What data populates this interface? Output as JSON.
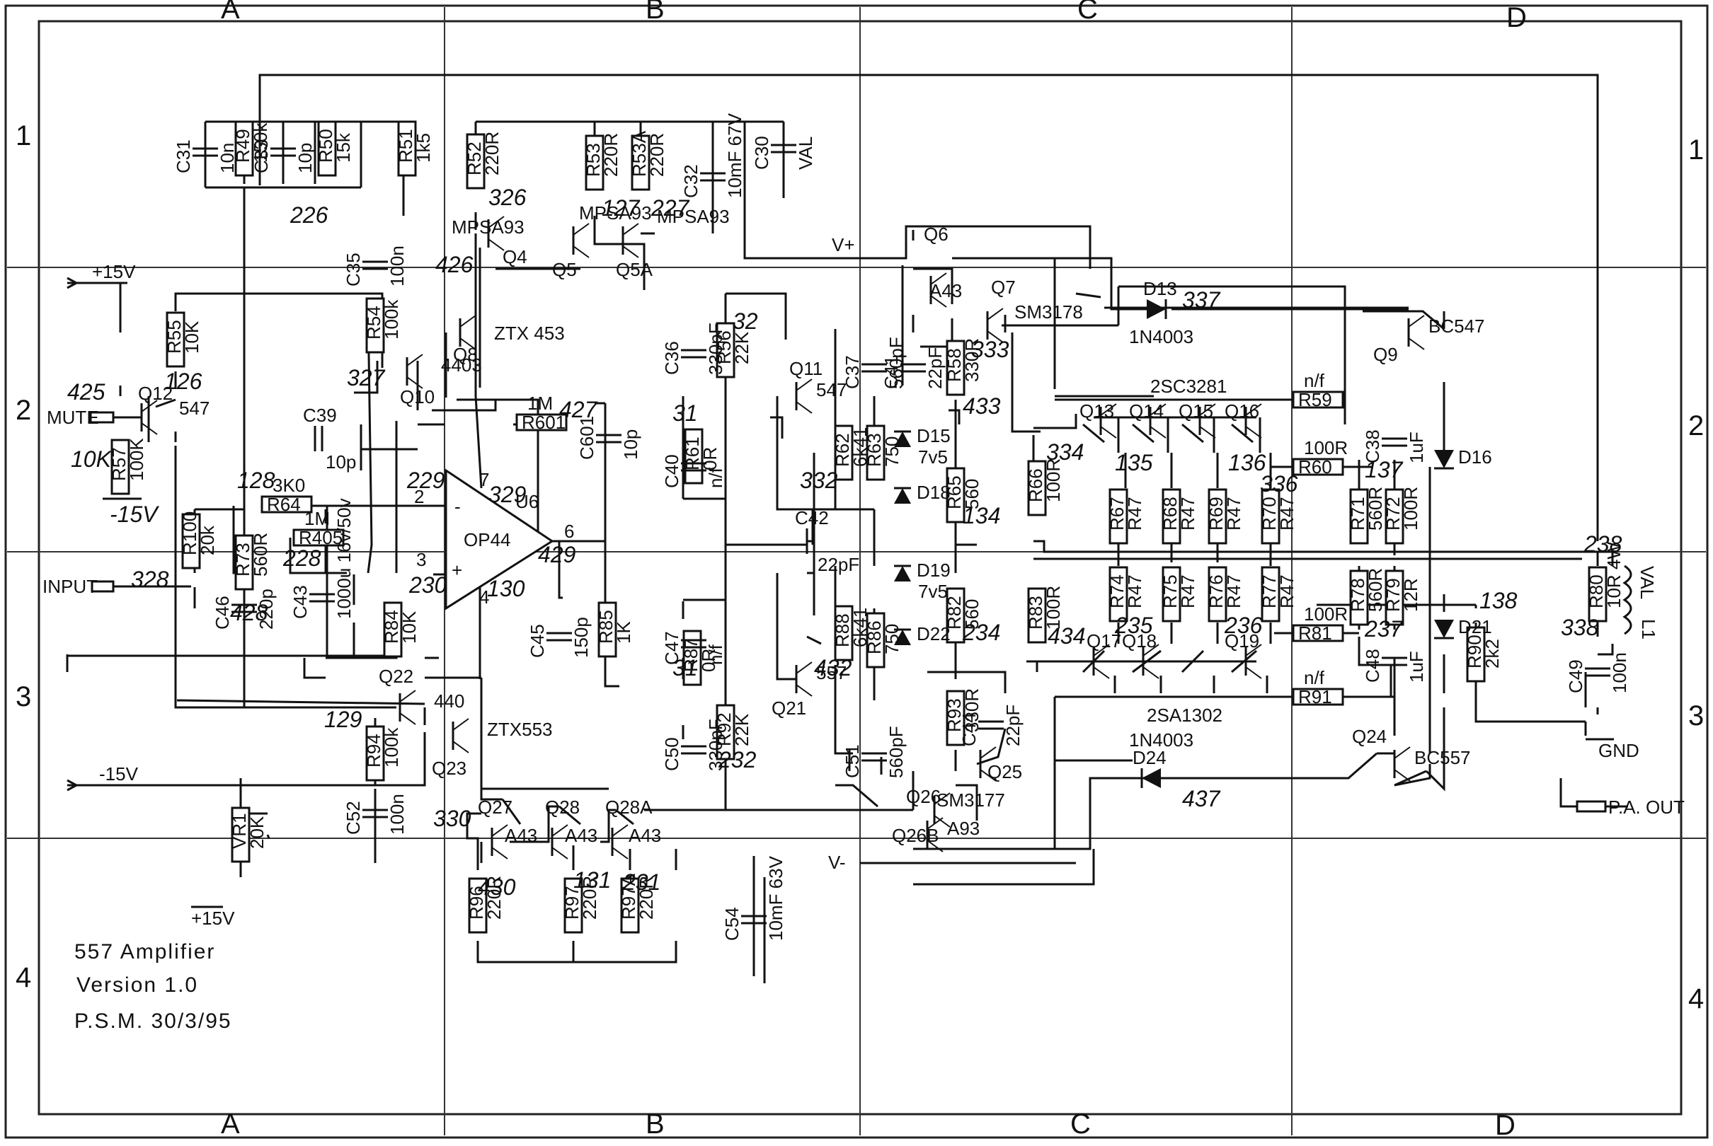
{
  "zones": {
    "columns": [
      "A",
      "B",
      "C",
      "D"
    ],
    "rows": [
      "1",
      "2",
      "3",
      "4"
    ]
  },
  "title_block": {
    "line1": "557 Amplifier",
    "line2": "Version 1.0",
    "line3": "P.S.M. 30/3/95"
  },
  "terminals": {
    "pos15": "+15V",
    "neg15": "-15V",
    "mute": "MUTE",
    "input": "INPUT",
    "vplus": "V+",
    "vminus": "V-",
    "pa_out": "P.A. OUT",
    "gnd": "GND",
    "pos15_bottom": "+15V",
    "neg15_hand": "-15V"
  },
  "opamp": {
    "name": "U6",
    "part": "OP44",
    "pin7": "7",
    "pin2": "2",
    "pin3": "3",
    "pin4": "4",
    "pin6": "6",
    "minus": "-",
    "plus": "+"
  },
  "resistors": [
    {
      "ref": "R49",
      "value": "150k"
    },
    {
      "ref": "R50",
      "value": "15k"
    },
    {
      "ref": "R51",
      "value": "1k5"
    },
    {
      "ref": "R52",
      "value": "220R"
    },
    {
      "ref": "R53",
      "value": "220R"
    },
    {
      "ref": "R53A",
      "value": "220R"
    },
    {
      "ref": "R54",
      "value": "100k"
    },
    {
      "ref": "R55",
      "value": "10K"
    },
    {
      "ref": "R57",
      "value": "100K"
    },
    {
      "ref": "R601",
      "value": "1M"
    },
    {
      "ref": "R64",
      "value": "3K0"
    },
    {
      "ref": "R100",
      "value": "20k"
    },
    {
      "ref": "R73",
      "value": "560R"
    },
    {
      "ref": "R405",
      "value": "1M"
    },
    {
      "ref": "R84",
      "value": "10K"
    },
    {
      "ref": "R85",
      "value": "1K"
    },
    {
      "ref": "R56",
      "value": "22K"
    },
    {
      "ref": "R61",
      "value": "0R"
    },
    {
      "ref": "R87",
      "value": "0R"
    },
    {
      "ref": "R92",
      "value": "22K"
    },
    {
      "ref": "R62",
      "value": "6k41"
    },
    {
      "ref": "R63",
      "value": "750"
    },
    {
      "ref": "R58",
      "value": "330R"
    },
    {
      "ref": "R65",
      "value": "560"
    },
    {
      "ref": "R82",
      "value": "560"
    },
    {
      "ref": "R93",
      "value": "330R"
    },
    {
      "ref": "R86",
      "value": "750"
    },
    {
      "ref": "R88",
      "value": "6k41"
    },
    {
      "ref": "R66",
      "value": "100R"
    },
    {
      "ref": "R83",
      "value": "100R"
    },
    {
      "ref": "R67",
      "value": "R47"
    },
    {
      "ref": "R68",
      "value": "R47"
    },
    {
      "ref": "R69",
      "value": "R47"
    },
    {
      "ref": "R70",
      "value": "R47"
    },
    {
      "ref": "R74",
      "value": "R47"
    },
    {
      "ref": "R75",
      "value": "R47"
    },
    {
      "ref": "R76",
      "value": "R47"
    },
    {
      "ref": "R77",
      "value": "R47"
    },
    {
      "ref": "R59",
      "value": "n/f"
    },
    {
      "ref": "R60",
      "value": "100R"
    },
    {
      "ref": "R71",
      "value": "560R"
    },
    {
      "ref": "R72",
      "value": "100R"
    },
    {
      "ref": "R78",
      "value": "560R"
    },
    {
      "ref": "R79",
      "value": "12R"
    },
    {
      "ref": "R81",
      "value": "100R"
    },
    {
      "ref": "R91",
      "value": "n/f"
    },
    {
      "ref": "R90",
      "value": "2k2"
    },
    {
      "ref": "R80",
      "value": "10R 4W"
    },
    {
      "ref": "R94",
      "value": "100k"
    },
    {
      "ref": "R96",
      "value": "220R"
    },
    {
      "ref": "R97",
      "value": "220R"
    },
    {
      "ref": "R97A",
      "value": "220R"
    },
    {
      "ref": "VR1",
      "value": "20K"
    }
  ],
  "capacitors": [
    {
      "ref": "C31",
      "value": "10n"
    },
    {
      "ref": "C33",
      "value": "10p"
    },
    {
      "ref": "C35",
      "value": "100n"
    },
    {
      "ref": "C30",
      "value": "VAL"
    },
    {
      "ref": "C32",
      "value": "10mF 67V"
    },
    {
      "ref": "C39",
      "value": "10p"
    },
    {
      "ref": "C601",
      "value": "10p"
    },
    {
      "ref": "C46",
      "value": "220p"
    },
    {
      "ref": "C43",
      "value": "1000u 16v/50v"
    },
    {
      "ref": "C45",
      "value": "150p"
    },
    {
      "ref": "C36",
      "value": "330pF"
    },
    {
      "ref": "C40",
      "value": "n/f"
    },
    {
      "ref": "C47",
      "value": "n/f"
    },
    {
      "ref": "C50",
      "value": "330pF"
    },
    {
      "ref": "C42",
      "value": "22pF"
    },
    {
      "ref": "C37",
      "value": "560pF"
    },
    {
      "ref": "C41",
      "value": "22pF"
    },
    {
      "ref": "C51",
      "value": "560pF"
    },
    {
      "ref": "C44",
      "value": "22pF"
    },
    {
      "ref": "C38",
      "value": "1uF"
    },
    {
      "ref": "C48",
      "value": "1uF"
    },
    {
      "ref": "C49",
      "value": "100n"
    },
    {
      "ref": "C52",
      "value": "100n"
    },
    {
      "ref": "C54",
      "value": "10mF 63V"
    }
  ],
  "transistors": [
    {
      "ref": "Q12",
      "part": "547"
    },
    {
      "ref": "Q4",
      "part": "MPSA93"
    },
    {
      "ref": "Q5",
      "part": "MPSA93"
    },
    {
      "ref": "Q5A",
      "part": "MPSA93"
    },
    {
      "ref": "Q8",
      "part": "ZTX 453"
    },
    {
      "ref": "Q10",
      "part": "4403"
    },
    {
      "ref": "Q11",
      "part": "547"
    },
    {
      "ref": "Q6",
      "part": "A43"
    },
    {
      "ref": "Q7",
      "part": "SM3178"
    },
    {
      "ref": "Q9",
      "part": "BC547"
    },
    {
      "ref": "Q13",
      "part": ""
    },
    {
      "ref": "Q14",
      "part": ""
    },
    {
      "ref": "Q15",
      "part": ""
    },
    {
      "ref": "Q16",
      "part": ""
    },
    {
      "ref": "Q22",
      "part": "440"
    },
    {
      "ref": "Q23",
      "part": "ZTX553"
    },
    {
      "ref": "Q21",
      "part": "557"
    },
    {
      "ref": "Q25",
      "part": ""
    },
    {
      "ref": "Q26",
      "part": "SM3177"
    },
    {
      "ref": "Q27",
      "part": "A43"
    },
    {
      "ref": "Q28",
      "part": "A43"
    },
    {
      "ref": "Q28A",
      "part": "A43"
    },
    {
      "ref": "Q17",
      "part": ""
    },
    {
      "ref": "Q18",
      "part": ""
    },
    {
      "ref": "Q19",
      "part": ""
    },
    {
      "ref": "Q24",
      "part": "BC557"
    },
    {
      "ref": "Q26B",
      "part": "A93"
    }
  ],
  "groups": {
    "npn_out": "2SC3281",
    "pnp_out": "2SA1302"
  },
  "diodes": [
    {
      "ref": "D13",
      "part": "1N4003"
    },
    {
      "ref": "D24",
      "part": "1N4003"
    },
    {
      "ref": "D15",
      "part": "7v5"
    },
    {
      "ref": "D18",
      "part": ""
    },
    {
      "ref": "D19",
      "part": "7v5"
    },
    {
      "ref": "D22",
      "part": ""
    },
    {
      "ref": "D16",
      "part": ""
    },
    {
      "ref": "D21",
      "part": ""
    }
  ],
  "inductor": {
    "ref": "L1",
    "value": "VAL"
  },
  "hand_notes": {
    "n425": "425",
    "n126": "126",
    "n326": "326",
    "n127": "127",
    "n227": "227",
    "n226": "226",
    "n426": "426",
    "n327": "327",
    "n427": "427",
    "n128": "128",
    "n229": "229",
    "n329": "329",
    "n228": "228",
    "n230": "230",
    "n130": "130",
    "n429": "429",
    "n328": "328",
    "n428": "428",
    "n129": "129",
    "n330": "330",
    "n430": "430",
    "n131": "131",
    "n231": "231",
    "n32": "32",
    "n31": "31",
    "n31b": "31",
    "n232": "232",
    "n332": "332",
    "n432": "432",
    "n333": "333",
    "n433": "433",
    "n134": "134",
    "n234": "234",
    "n334": "334",
    "n434": "434",
    "n337": "337",
    "n437": "437",
    "n135": "135",
    "n136": "136",
    "n137": "137",
    "n138": "138",
    "n237": "237",
    "n238": "238",
    "n338": "338",
    "n336": "336",
    "n235": "235",
    "n236": "236"
  }
}
